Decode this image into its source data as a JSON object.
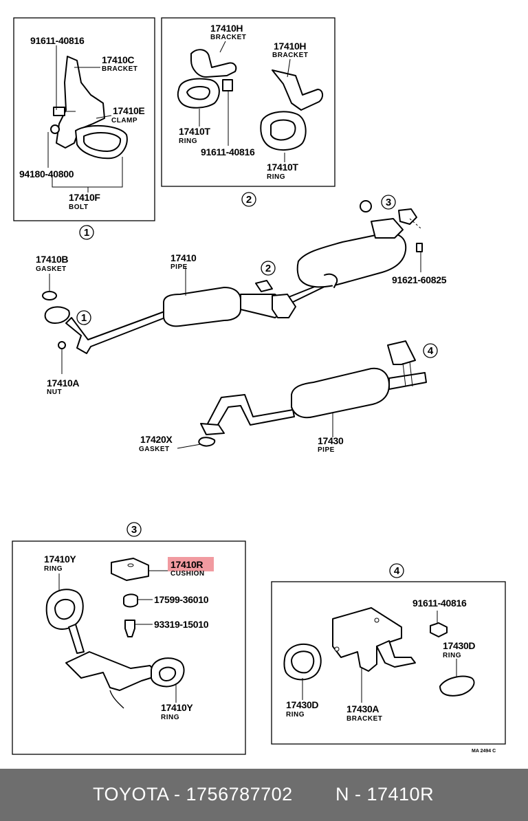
{
  "diagram": {
    "ref_code": "MA 2494 C",
    "highlight_color": "#f19aa0",
    "callouts": [
      "1",
      "2",
      "3",
      "4"
    ],
    "labels": {
      "p_91611_40816_a": "91611-40816",
      "p_17410C": "17410C",
      "n_17410C": "BRACKET",
      "p_17410E": "17410E",
      "n_17410E": "CLAMP",
      "p_94180_40800": "94180-40800",
      "p_17410F": "17410F",
      "n_17410F": "BOLT",
      "p_17410H_a": "17410H",
      "n_17410H_a": "BRACKET",
      "p_17410H_b": "17410H",
      "n_17410H_b": "BRACKET",
      "p_17410T_a": "17410T",
      "n_17410T_a": "RING",
      "p_91611_40816_b": "91611-40816",
      "p_17410T_b": "17410T",
      "n_17410T_b": "RING",
      "p_17410B": "17410B",
      "n_17410B": "GASKET",
      "p_17410": "17410",
      "n_17410": "PIPE",
      "p_91621_60825": "91621-60825",
      "p_17410A": "17410A",
      "n_17410A": "NUT",
      "p_17420X": "17420X",
      "n_17420X": "GASKET",
      "p_17430": "17430",
      "n_17430": "PIPE",
      "p_17410Y_a": "17410Y",
      "n_17410Y_a": "RING",
      "p_17410R": "17410R",
      "n_17410R": "CUSHION",
      "p_17599_36010": "17599-36010",
      "p_93319_15010": "93319-15010",
      "p_17410Y_b": "17410Y",
      "n_17410Y_b": "RING",
      "p_91611_40816_c": "91611-40816",
      "p_17430D_a": "17430D",
      "n_17430D_a": "RING",
      "p_17430D_b": "17430D",
      "n_17430D_b": "RING",
      "p_17430A": "17430A",
      "n_17430A": "BRACKET"
    }
  },
  "footer": {
    "brand_part": "TOYOTA - 1756787702",
    "ref_part": "N - 17410R"
  }
}
